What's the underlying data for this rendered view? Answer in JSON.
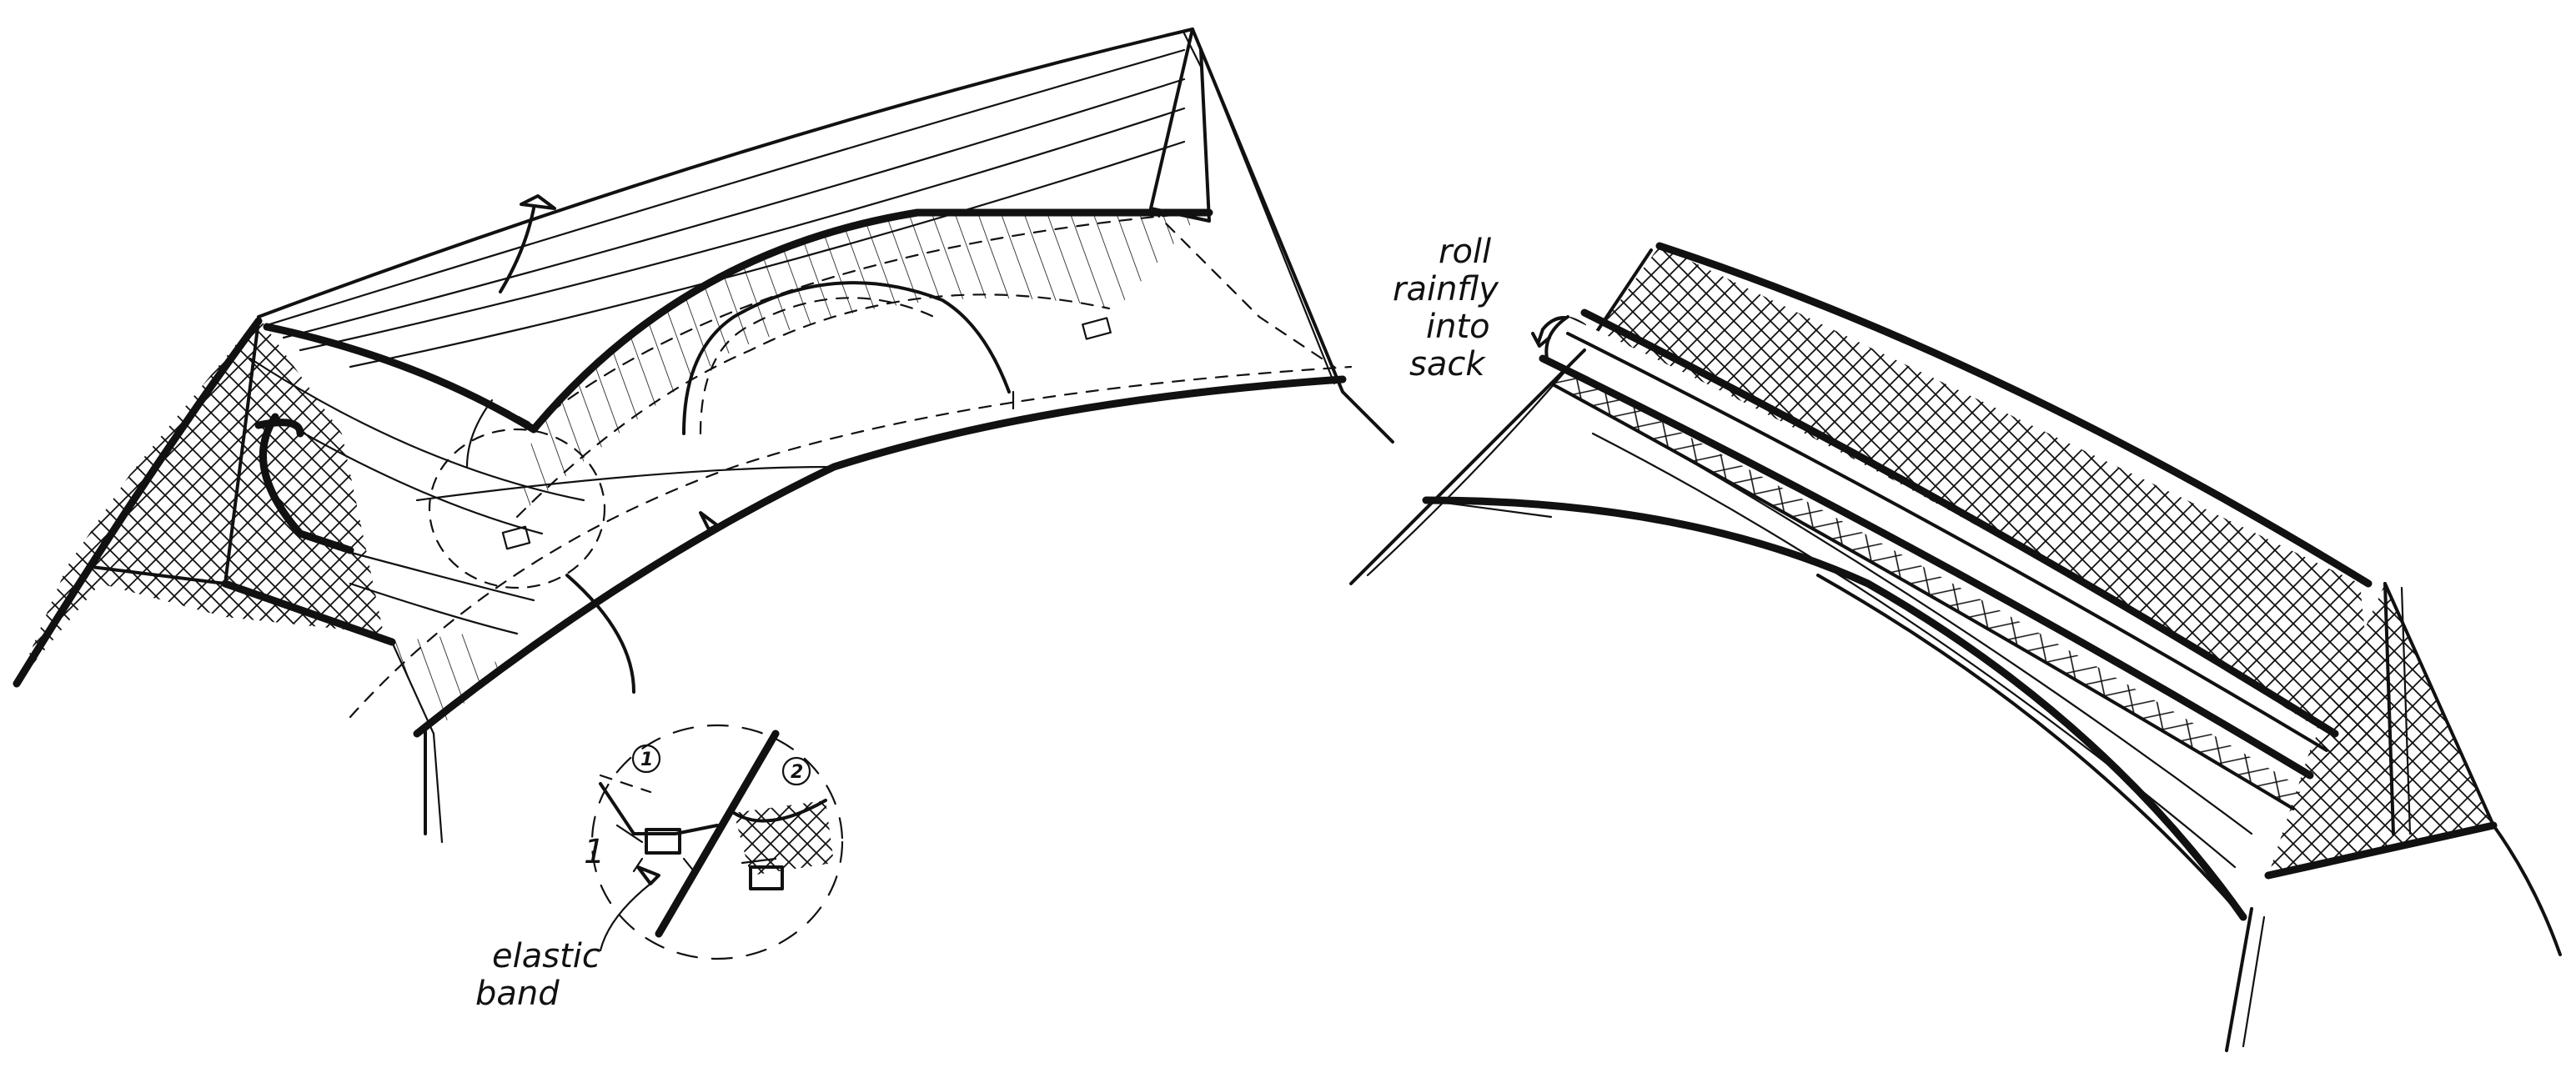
{
  "annotations": {
    "roll_line1": "roll",
    "roll_line2": "rainfly",
    "roll_line3": "into",
    "roll_line4": "sack",
    "elastic_line1": "elastic",
    "elastic_line2": "band",
    "step1": "1",
    "step2": "2",
    "side_mark": "1"
  },
  "colors": {
    "ink": "#111111",
    "paper": "#ffffff"
  }
}
